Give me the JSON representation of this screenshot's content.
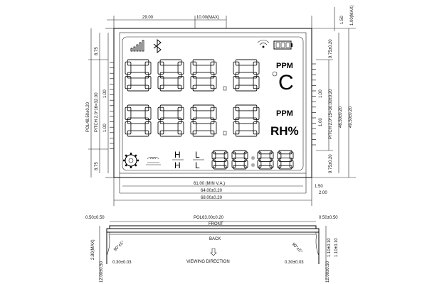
{
  "top_view": {
    "dims_top": {
      "left": "29.00",
      "mid": "10.00(MAX)",
      "right_a": "1.50",
      "right_b": "1.00(MAX)"
    },
    "dims_left": {
      "top_v": "8.75",
      "pitch": "PITCH 2.0*16=32.00",
      "pol": "POL48.50±0.20",
      "a": "1.00",
      "b": "1.00",
      "bottom_v": "8.75"
    },
    "dims_right": {
      "top_v": "9.75±0.20",
      "pitch": "PITCH 2.0*15=30.00±0.20",
      "a": "1.00",
      "b": "1.00",
      "c": "46.50±0.20",
      "d": "49.50±0.20",
      "bottom_v": "9.75±0.20"
    },
    "dims_bottom": {
      "va": "61.00 (MIN V.A.)",
      "pol": "64.00±0.20",
      "overall": "68.00±0.20",
      "r1": "1.50",
      "r2": "2.00"
    },
    "display": {
      "ppm1": "PPM",
      "celsius": "C",
      "ppm2": "PPM",
      "rh": "RH%",
      "h_top": "H",
      "h_bot": "H",
      "l_top": "L",
      "l_bot": "L"
    },
    "icons": [
      "signal-bars-icon",
      "bluetooth-icon",
      "wifi-icon",
      "battery-icon",
      "gear-icon",
      "heating-icon"
    ]
  },
  "side_view": {
    "pol": "POL63.00±0.20",
    "left_top": "0.50±0.50",
    "right_top": "0.50±0.50",
    "front": "FRONT",
    "back": "BACK",
    "viewing": "VIEWING DIRECTION",
    "angle_l": "90°±5°",
    "angle_r": "90°±5°",
    "left_v1": "2.80(MAX)",
    "left_v2": "12.00±0.50",
    "left_h": "0.30±0.03",
    "right_h": "0.30±0.03",
    "right_v1": "1.10±0.10",
    "right_v2": "1.10±0.10",
    "right_v3": "12.00±0.50"
  }
}
